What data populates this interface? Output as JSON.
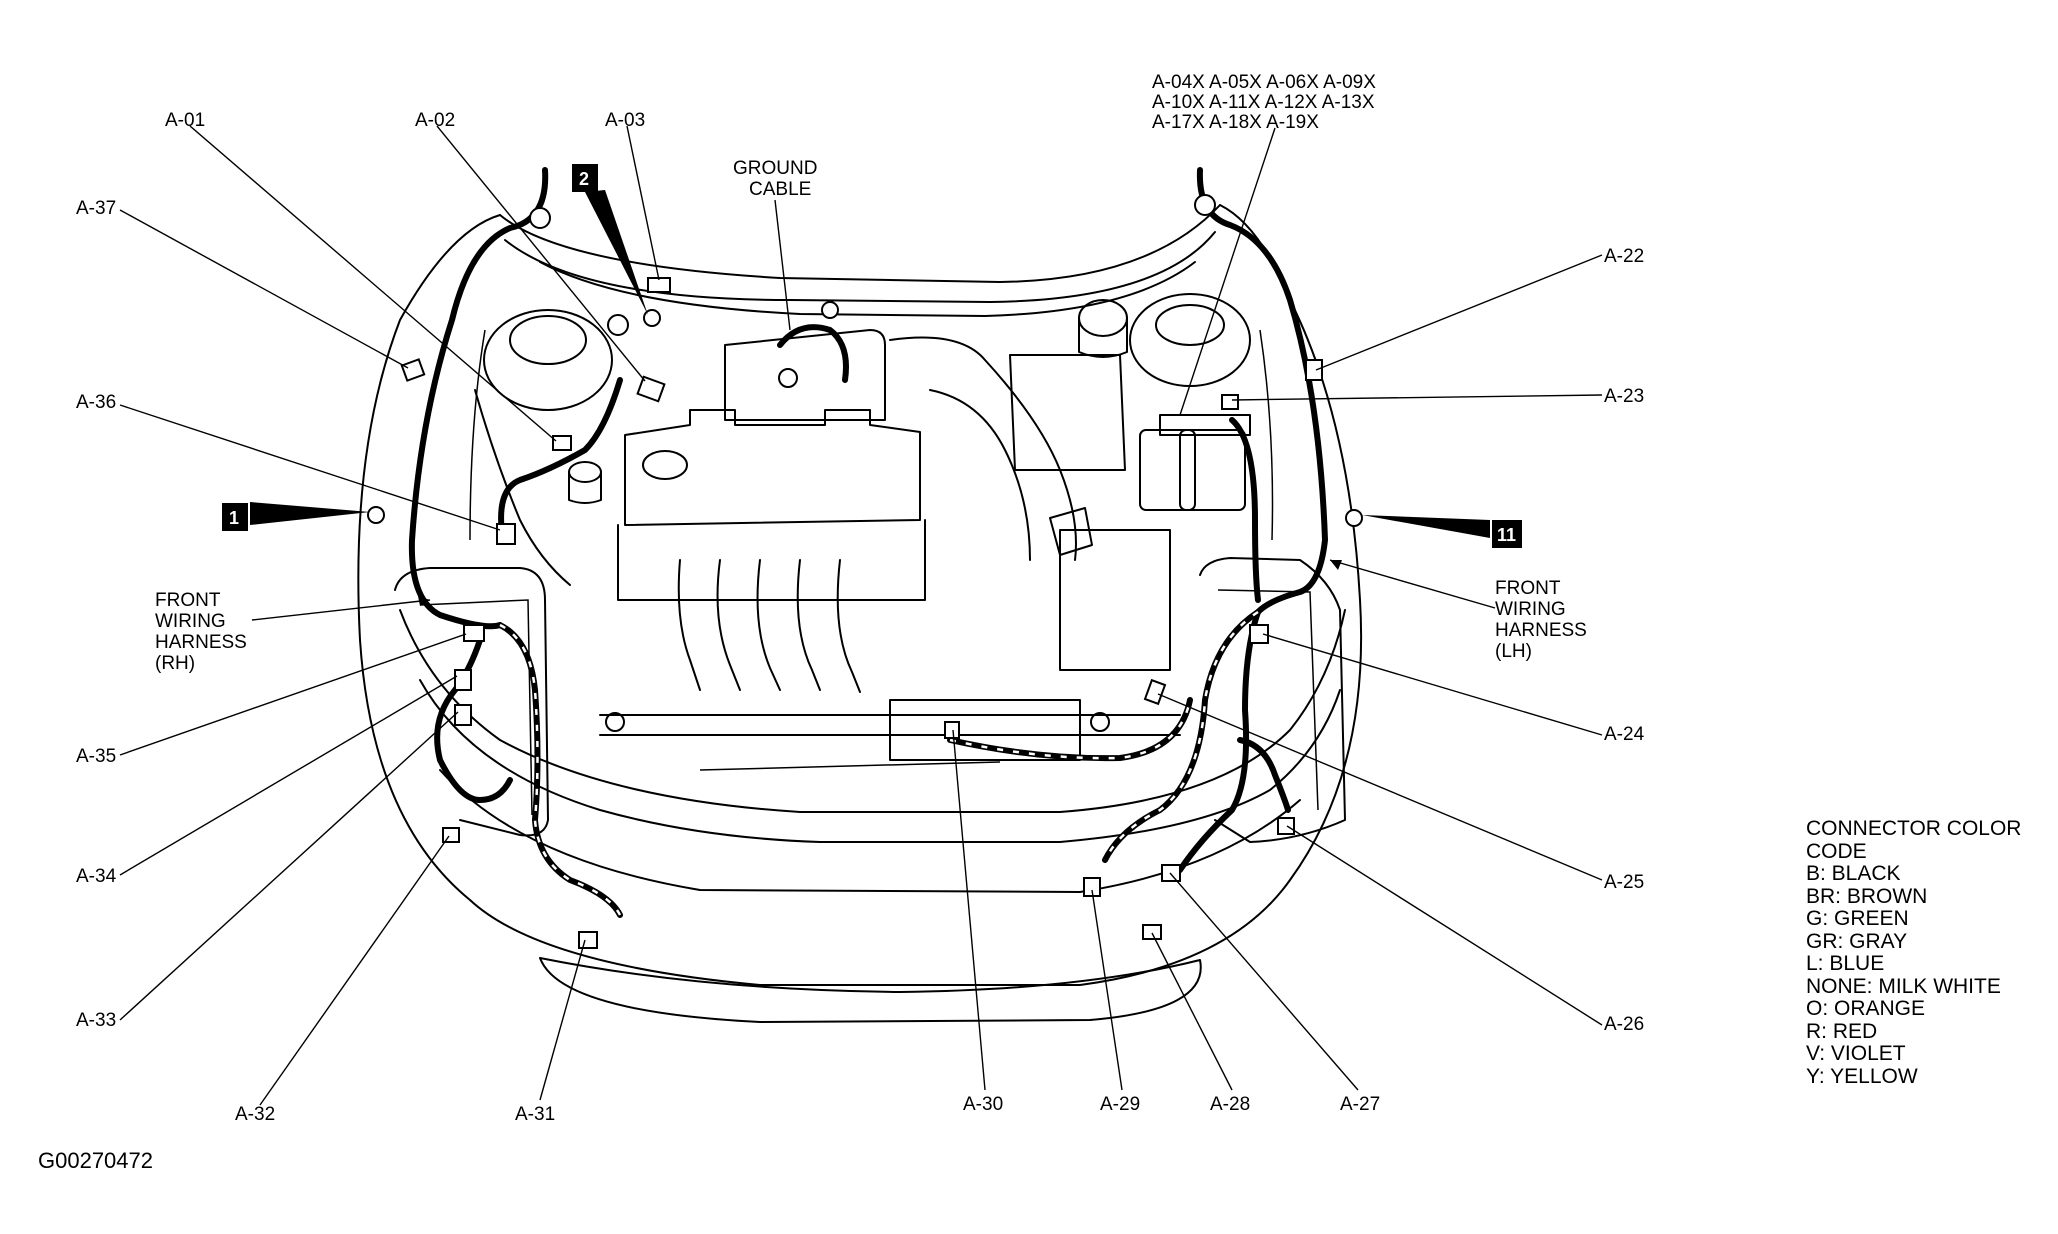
{
  "labels": {
    "a01": "A-01",
    "a02": "A-02",
    "a03": "A-03",
    "a22": "A-22",
    "a23": "A-23",
    "a24": "A-24",
    "a25": "A-25",
    "a26": "A-26",
    "a27": "A-27",
    "a28": "A-28",
    "a29": "A-29",
    "a30": "A-30",
    "a31": "A-31",
    "a32": "A-32",
    "a33": "A-33",
    "a34": "A-34",
    "a35": "A-35",
    "a36": "A-36",
    "a37": "A-37",
    "group_line1": "A-04X A-05X A-06X A-09X",
    "group_line2": "A-10X A-11X A-12X A-13X",
    "group_line3": "A-17X A-18X A-19X",
    "ground_line1": "GROUND",
    "ground_line2": "CABLE",
    "rh_line1": "FRONT",
    "rh_line2": "WIRING",
    "rh_line3": "HARNESS",
    "rh_line4": "(RH)",
    "lh_line1": "FRONT",
    "lh_line2": "WIRING",
    "lh_line3": "HARNESS",
    "lh_line4": "(LH)"
  },
  "ground_points": {
    "g1": "1",
    "g2": "2",
    "g11": "11"
  },
  "legend": {
    "title_line1": "CONNECTOR COLOR",
    "title_line2": "CODE",
    "items": [
      "B: BLACK",
      "BR: BROWN",
      "G: GREEN",
      "GR: GRAY",
      "L: BLUE",
      "NONE: MILK WHITE",
      "O: ORANGE",
      "R: RED",
      "V: VIOLET",
      "Y: YELLOW"
    ]
  },
  "diagram_code": "G00270472"
}
